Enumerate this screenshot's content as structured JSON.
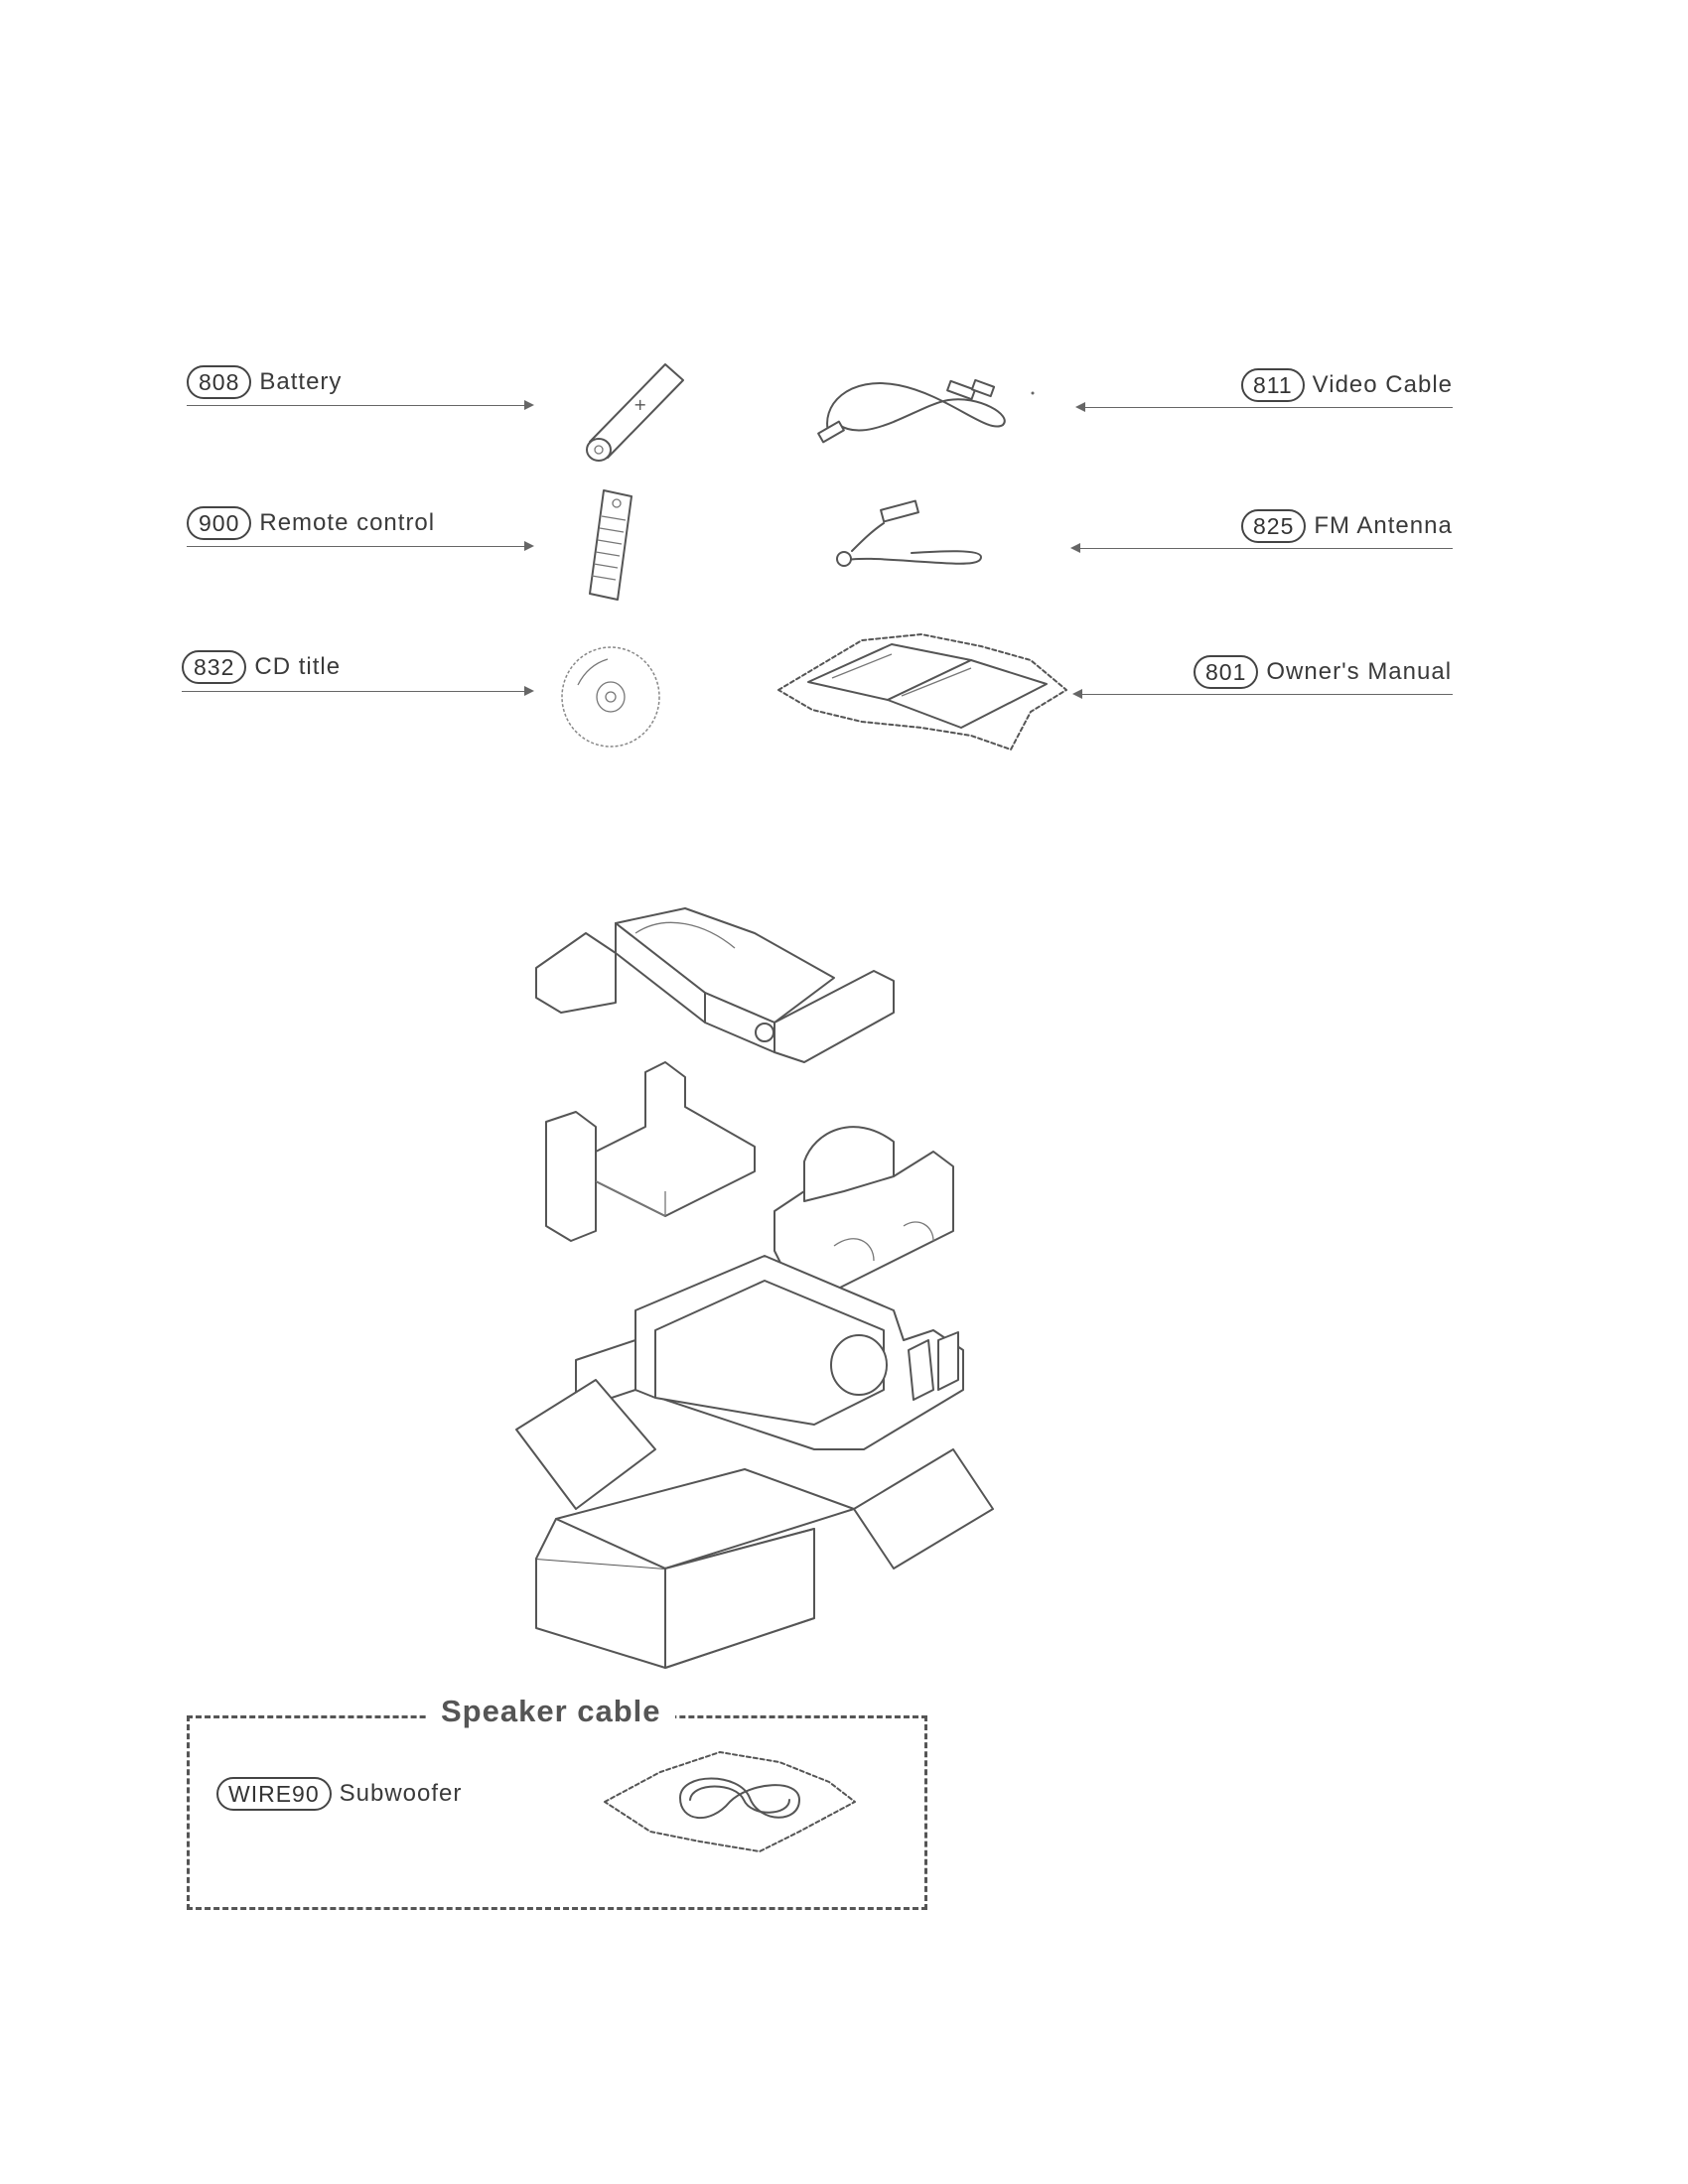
{
  "accessories": {
    "battery": {
      "code": "808",
      "label": "Battery"
    },
    "remote": {
      "code": "900",
      "label": "Remote control"
    },
    "cd": {
      "code": "832",
      "label": "CD title"
    },
    "video_cable": {
      "code": "811",
      "label": "Video Cable"
    },
    "fm_antenna": {
      "code": "825",
      "label": "FM Antenna"
    },
    "manual": {
      "code": "801",
      "label": "Owner's Manual"
    }
  },
  "speaker_cable": {
    "title": "Speaker cable",
    "subwoofer": {
      "code": "WIRE90",
      "label": "Subwoofer"
    }
  }
}
